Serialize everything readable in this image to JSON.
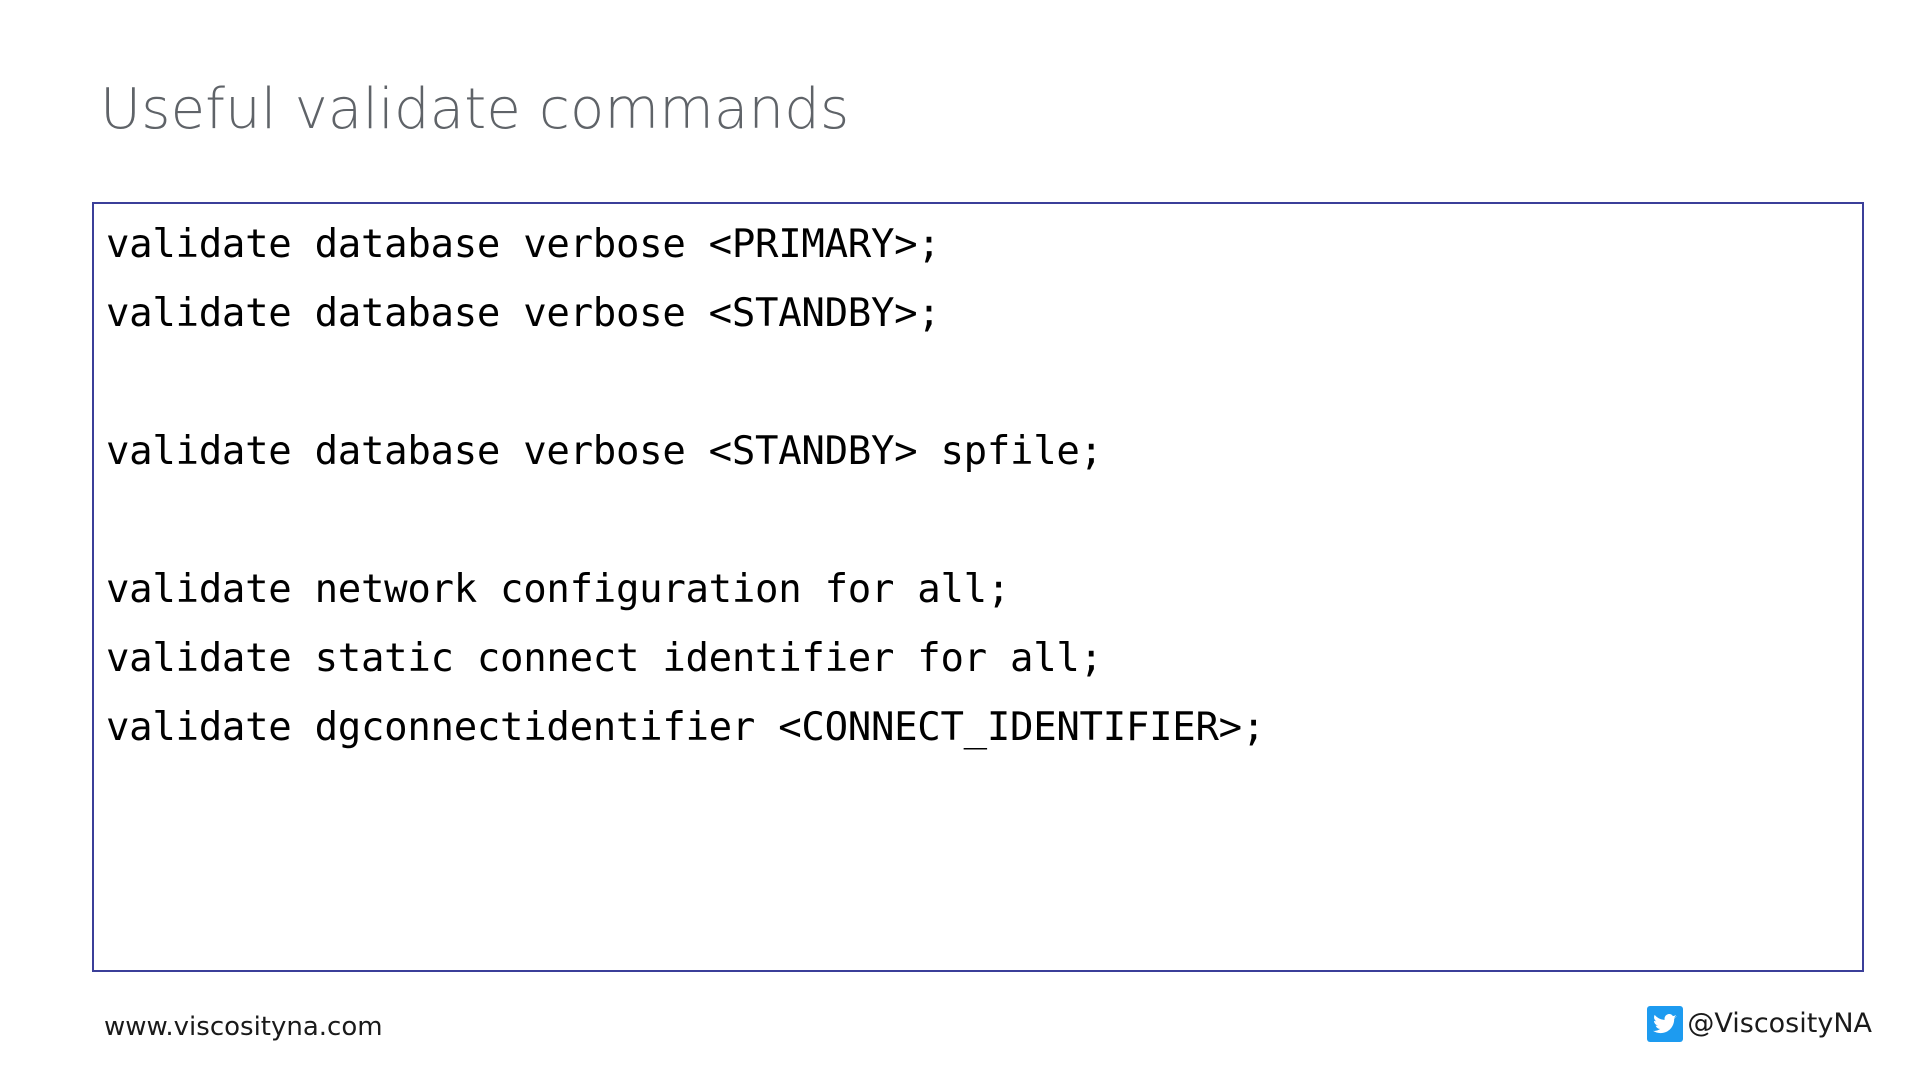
{
  "slide": {
    "title": "Useful validate commands",
    "border_color": "#3b3f99",
    "title_color": "#5f6368",
    "background": "#ffffff"
  },
  "code_block": {
    "lines": [
      "validate database verbose <PRIMARY>;",
      "validate database verbose <STANDBY>;",
      "",
      "validate database verbose <STANDBY> spfile;",
      "",
      "validate network configuration for all;",
      "validate static connect identifier for all;",
      "validate dgconnectidentifier <CONNECT_IDENTIFIER>;"
    ]
  },
  "footer": {
    "website": "www.viscosityna.com",
    "social_handle": "@ViscosityNA",
    "social_icon": "twitter-icon",
    "social_icon_color": "#1d9bf0"
  }
}
